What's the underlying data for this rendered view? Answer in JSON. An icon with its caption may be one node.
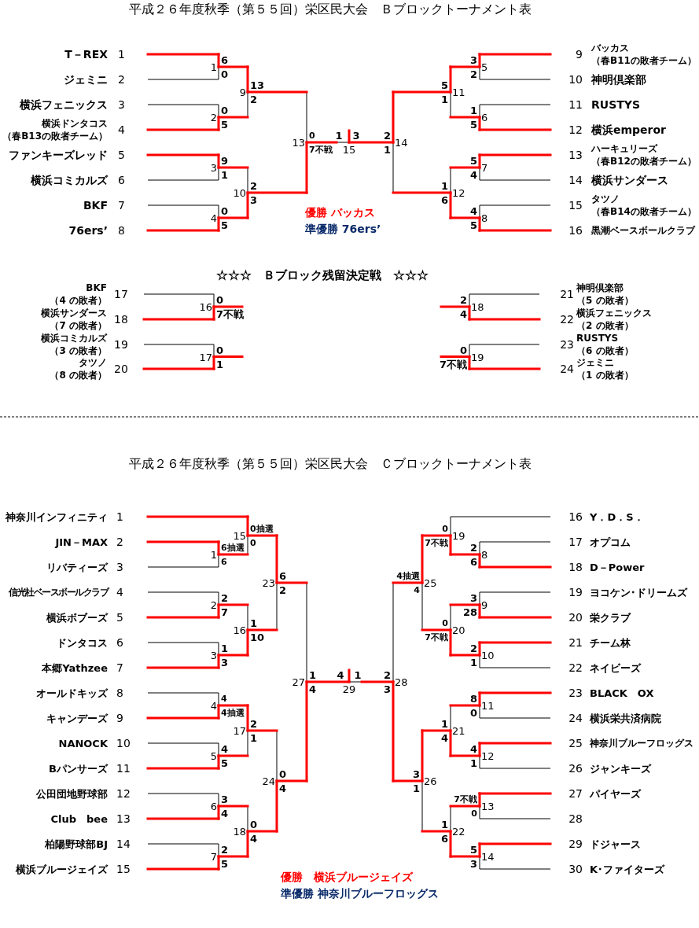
{
  "diagram": {
    "title": "平成２６年度秋季（第５５回）栄区民大会　Ｂブロックトーナメント表",
    "labels": [
      "T－REX",
      "1",
      "ジェミニ",
      "2",
      "横浜フェニックス",
      "3",
      "横浜ドンタコス",
      "（春B13の敗者チーム）",
      "4",
      "ファンキーズレッド",
      "5",
      "横浜コミカルズ",
      "6",
      "BKF",
      "7",
      "76ers’",
      "8",
      "9",
      "バッカス",
      "（春B11の敗者チーム）",
      "10",
      "神明倶楽部",
      "11",
      "RUSTYS",
      "12",
      "横浜emperor",
      "13",
      "ハーキュリーズ",
      "（春B12の敗者チーム）",
      "14",
      "横浜サンダース",
      "15",
      "タツノ",
      "（春B14の敗者チーム）",
      "16",
      "黒潮ベースボールクラブ",
      "1",
      "6",
      "0",
      "2",
      "0",
      "5",
      "3",
      "9",
      "1",
      "4",
      "0",
      "5",
      "5",
      "3",
      "2",
      "6",
      "1",
      "5",
      "7",
      "5",
      "4",
      "8",
      "4",
      "5",
      "9",
      "13",
      "2",
      "10",
      "2",
      "3",
      "11",
      "5",
      "1",
      "12",
      "1",
      "6",
      "13",
      "0",
      "7不戦",
      "14",
      "2",
      "1",
      "1",
      "3",
      "15",
      "優勝 バッカス",
      "準優勝 76ers’",
      "☆☆☆　Ｂブロック残留決定戦　☆☆☆",
      "BKF",
      "（4 の敗者）",
      "17",
      "横浜サンダース",
      "（7 の敗者）",
      "18",
      "横浜コミカルズ",
      "（3 の敗者）",
      "19",
      "タツノ",
      "（8 の敗者）",
      "20",
      "21",
      "神明倶楽部",
      "（5 の敗者）",
      "22",
      "横浜フェニックス",
      "（2 の敗者）",
      "23",
      "RUSTYS",
      "（6 の敗者）",
      "24",
      "ジェミニ",
      "（1 の敗者）",
      "16",
      "0",
      "7不戦",
      "17",
      "0",
      "1",
      "18",
      "2",
      "4",
      "19",
      "0",
      "7不戦",
      "平成２６年度秋季（第５５回）栄区民大会　Ｃブロックトーナメント表",
      "神奈川インフィニティ",
      "1",
      "JIN－MAX",
      "2",
      "リバティーズ",
      "3",
      "信光社ベースボールクラブ",
      "4",
      "横浜ボブーズ",
      "5",
      "ドンタコス",
      "6",
      "本郷Yathzee",
      "7",
      "オールドキッズ",
      "8",
      "キャンデーズ",
      "9",
      "NANOCK",
      "10",
      "Bパンサーズ",
      "11",
      "公田団地野球部",
      "12",
      "Club　bee",
      "13",
      "柏陽野球部BJ",
      "14",
      "横浜ブルージェイズ",
      "15",
      "16",
      "Y．D．S．",
      "17",
      "オプコム",
      "18",
      "D－Power",
      "19",
      "ヨコケン･ドリームズ",
      "20",
      "栄クラブ",
      "21",
      "チーム林",
      "22",
      "ネイビーズ",
      "23",
      "BLACK　OX",
      "24",
      "横浜栄共済病院",
      "25",
      "神奈川ブルーフロッグス",
      "26",
      "ジャンキーズ",
      "27",
      "パイヤーズ",
      "28",
      "29",
      "ドジャース",
      "30",
      "K･ファイターズ",
      "1",
      "6抽選",
      "6",
      "2",
      "2",
      "7",
      "3",
      "1",
      "3",
      "4",
      "4",
      "4抽選",
      "5",
      "4",
      "5",
      "6",
      "3",
      "4",
      "7",
      "2",
      "5",
      "8",
      "2",
      "6",
      "9",
      "3",
      "28",
      "10",
      "2",
      "1",
      "11",
      "8",
      "0",
      "12",
      "4",
      "1",
      "13",
      "7不戦",
      "0",
      "14",
      "5",
      "3",
      "15",
      "0抽選",
      "0",
      "16",
      "1",
      "10",
      "17",
      "2",
      "1",
      "18",
      "0",
      "4",
      "19",
      "0",
      "7不戦",
      "20",
      "0",
      "7不戦",
      "21",
      "1",
      "4",
      "22",
      "1",
      "6",
      "23",
      "6",
      "2",
      "24",
      "0",
      "4",
      "25",
      "4抽選",
      "4",
      "26",
      "3",
      "1",
      "27",
      "1",
      "4",
      "28",
      "2",
      "3",
      "4",
      "1",
      "29",
      "優勝　横浜ブルージェイズ",
      "準優勝 神奈川ブルーフロッグス"
    ]
  }
}
